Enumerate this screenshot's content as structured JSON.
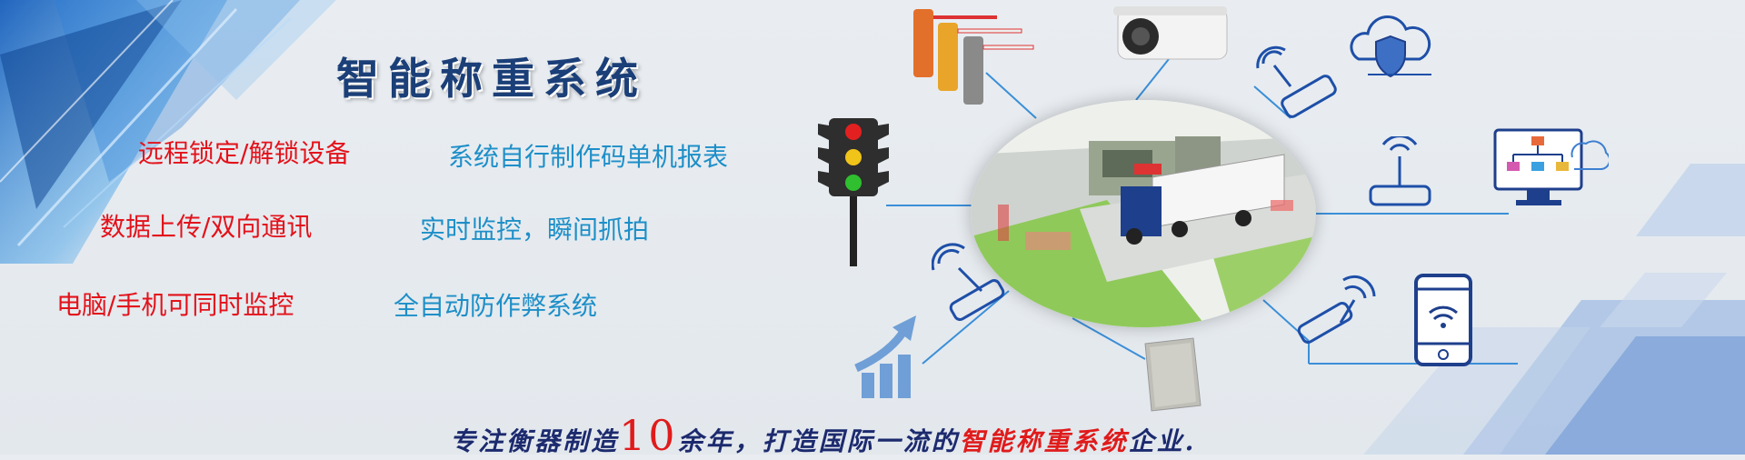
{
  "title": "智能称重系统",
  "features": {
    "left": [
      "远程锁定/解锁设备",
      "数据上传/双向通讯",
      "电脑/手机可同时监控"
    ],
    "right": [
      "系统自行制作码单机报表",
      "实时监控，瞬间抓拍",
      "全自动防作弊系统"
    ]
  },
  "slogan": {
    "before": "专注衡器制造",
    "number": "10",
    "middle": "余年，打造国际一流的",
    "highlight": "智能称重系统",
    "after": "企业."
  },
  "colors": {
    "title": "#1b3f78",
    "feature_left": "#e3121b",
    "feature_right": "#1d8fc8",
    "accent_line": "#3b8fd8",
    "slogan": "#1c2a6e",
    "slogan_highlight": "#e01b1b"
  },
  "icons": [
    "barrier-gate-icon",
    "camera-icon",
    "cloud-security-icon",
    "router-icon",
    "monitor-flowchart-icon",
    "smartphone-wifi-icon",
    "traffic-light-icon",
    "growth-chart-icon",
    "card-reader-icon",
    "weighbridge-scene-icon"
  ]
}
